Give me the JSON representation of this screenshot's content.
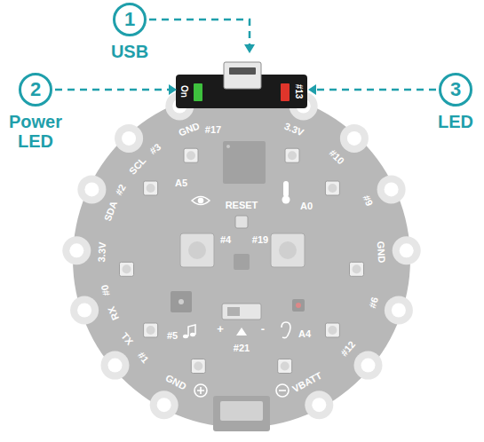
{
  "diagram": {
    "nodes": [
      {
        "text": [
          "1",
          "USB"
        ]
      },
      {
        "text": [
          "2",
          "Power LED"
        ]
      },
      {
        "text": [
          "3",
          "LED"
        ]
      }
    ],
    "labels": [
      "On",
      "#13",
      "GND",
      "SCL",
      "#3",
      "SDA",
      "#2",
      "3.3V",
      "RX",
      "#0",
      "TX",
      "#1",
      "GND",
      "3.3V",
      "#10",
      "#9",
      "GND",
      "#6",
      "#12",
      "VBATT",
      "#17",
      "A5",
      "A0",
      "RESET",
      "#4",
      "#19",
      "#5",
      "#21",
      "A4",
      "+",
      "-"
    ]
  }
}
